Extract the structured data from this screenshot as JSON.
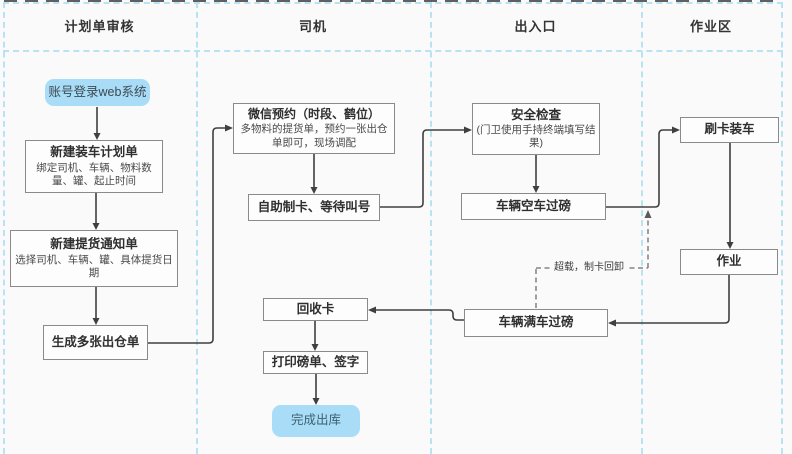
{
  "lanes": [
    {
      "label": "计划单审核"
    },
    {
      "label": "司机"
    },
    {
      "label": "出入口"
    },
    {
      "label": "作业区"
    }
  ],
  "nodes": {
    "login": {
      "label": "账号登录web系统"
    },
    "create_plan": {
      "title": "新建装车计划单",
      "desc": "绑定司机、车辆、物料数量、罐、起止时间"
    },
    "create_notice": {
      "title": "新建提货通知单",
      "desc": "选择司机、车辆、罐、具体提货日期"
    },
    "generate_orders": {
      "title": "生成多张出仓单"
    },
    "wechat_reserve": {
      "title": "微信预约（时段、鹤位）",
      "desc": "多物料的提货单，预约一张出仓单即可，现场调配"
    },
    "self_card": {
      "title": "自助制卡、等待叫号"
    },
    "recycle_card": {
      "title": "回收卡"
    },
    "print_sign": {
      "title": "打印磅单、签字"
    },
    "finish": {
      "label": "完成出库"
    },
    "security_check": {
      "title": "安全检查",
      "desc": "(门卫使用手持终端填写结果)"
    },
    "empty_weigh": {
      "title": "车辆空车过磅"
    },
    "full_weigh": {
      "title": "车辆满车过磅"
    },
    "swipe_load": {
      "title": "刷卡装车"
    },
    "work": {
      "title": "作业"
    }
  },
  "annotations": {
    "overload_note": "超载，制卡回卸"
  },
  "colors": {
    "background": "#fafafa",
    "lane_border": "#b9e3f3",
    "node_border": "#8a8a8a",
    "terminal_fill": "#a8dcf7",
    "connector": "#3f3f3f"
  }
}
